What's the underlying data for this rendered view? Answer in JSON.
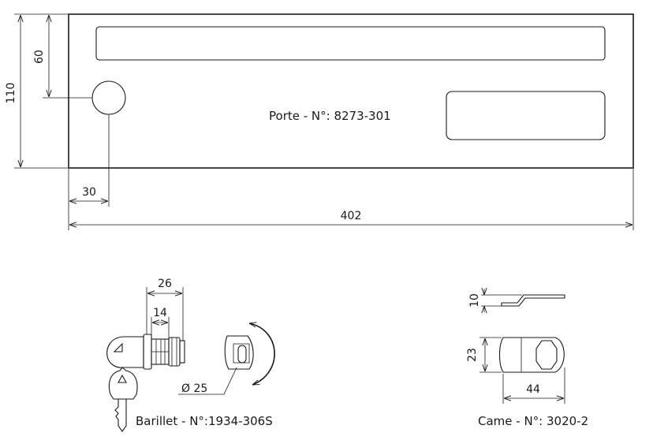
{
  "door": {
    "label": "Porte - N°: 8273-301",
    "dim_height": "110",
    "dim_slot_offset": "60",
    "dim_lock_offset": "30",
    "dim_width": "402"
  },
  "barrel": {
    "label": "Barillet - N°:1934-306S",
    "dim_length": "26",
    "dim_body": "14",
    "dim_diameter": "Ø 25"
  },
  "cam": {
    "label": "Came - N°: 3020-2",
    "dim_thickness": "10",
    "dim_height": "23",
    "dim_length": "44"
  }
}
